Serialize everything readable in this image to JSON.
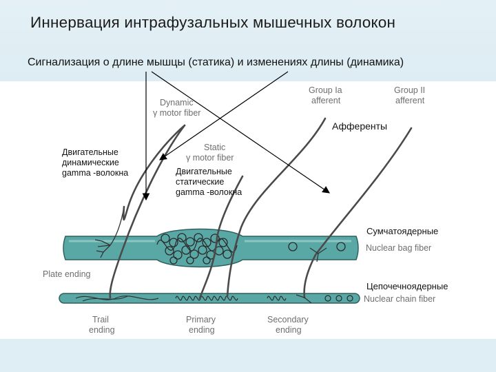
{
  "slide": {
    "title": "Иннервация интрафузальных мышечных волокон",
    "subtitle": "Сигнализация о длине мышцы  (статика) и изменениях длины (динамика)"
  },
  "figure": {
    "dynamic_label_line1": "Dynamic",
    "dynamic_label_line2": "γ motor fiber",
    "static_label_line1": "Static",
    "static_label_line2": "γ motor fiber",
    "group_ia_line1": "Group Ia",
    "group_ia_line2": "afferent",
    "group_ii_line1": "Group II",
    "group_ii_line2": "afferent",
    "plate_ending": "Plate ending",
    "trail_line1": "Trail",
    "trail_line2": "ending",
    "primary_line1": "Primary",
    "primary_line2": "ending",
    "secondary_line1": "Secondary",
    "secondary_line2": "ending",
    "nuclear_bag": "Nuclear bag fiber",
    "nuclear_chain": "Nuclear chain fiber"
  },
  "annotations": {
    "afferents": "Афференты",
    "dynamic_l1": "Двигательные",
    "dynamic_l2": "динамические",
    "dynamic_l3": "gamma -волокна",
    "static_l1": "Двигательные",
    "static_l2": "статические",
    "static_l3": "gamma -волокна",
    "bag": "Сумчатоядерные",
    "chain": "Цепочечноядерные"
  },
  "colors": {
    "fiber_fill": "#5aa8a5",
    "fiber_outline": "#2f5f5d",
    "nerve": "#4a4a4a",
    "slide_bg": "#e0eef4"
  }
}
